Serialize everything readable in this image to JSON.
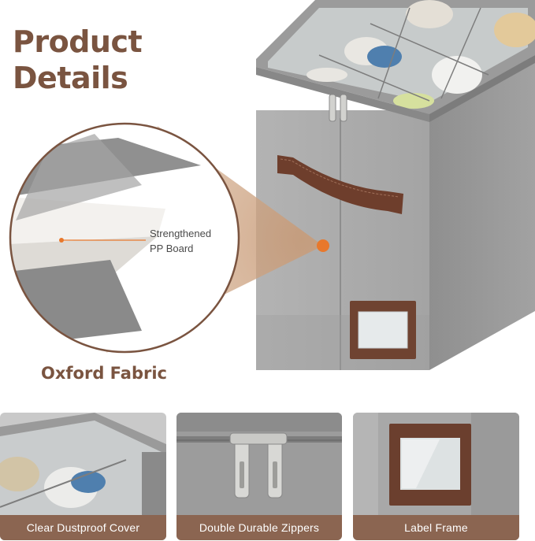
{
  "title": {
    "line1": "Product",
    "line2": "Details"
  },
  "callout": {
    "line1": "Strengthened",
    "line2": "PP Board"
  },
  "fabric_label": "Oxford Fabric",
  "panels": [
    {
      "caption": "Clear Dustproof Cover"
    },
    {
      "caption": "Double Durable Zippers"
    },
    {
      "caption": "Label Frame"
    }
  ],
  "colors": {
    "brand_brown": "#7a5440",
    "caption_bg": "#8b6551",
    "accent_orange": "#e8782c",
    "box_gray": "#a3a3a3"
  }
}
